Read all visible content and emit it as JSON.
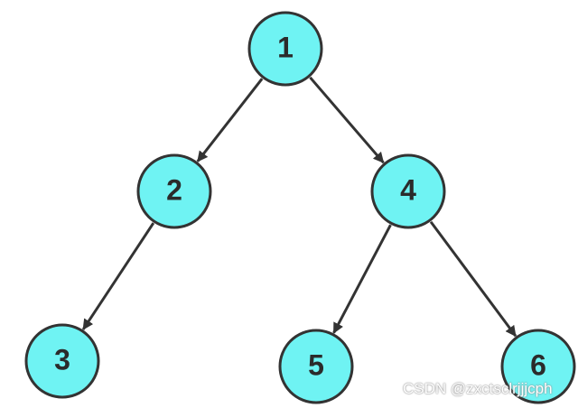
{
  "colors": {
    "node_fill": "#6ff3f3",
    "node_stroke": "#333333",
    "edge": "#333333",
    "label": "#2b2b2b",
    "background": "#ffffff"
  },
  "nodes": [
    {
      "id": "n1",
      "label": "1"
    },
    {
      "id": "n2",
      "label": "2"
    },
    {
      "id": "n3",
      "label": "3"
    },
    {
      "id": "n4",
      "label": "4"
    },
    {
      "id": "n5",
      "label": "5"
    },
    {
      "id": "n6",
      "label": "6"
    }
  ],
  "edges": [
    {
      "from": "n1",
      "to": "n2"
    },
    {
      "from": "n1",
      "to": "n4"
    },
    {
      "from": "n2",
      "to": "n3"
    },
    {
      "from": "n4",
      "to": "n5"
    },
    {
      "from": "n4",
      "to": "n6"
    }
  ],
  "watermark": "CSDN @zxctsclrjjjcph"
}
